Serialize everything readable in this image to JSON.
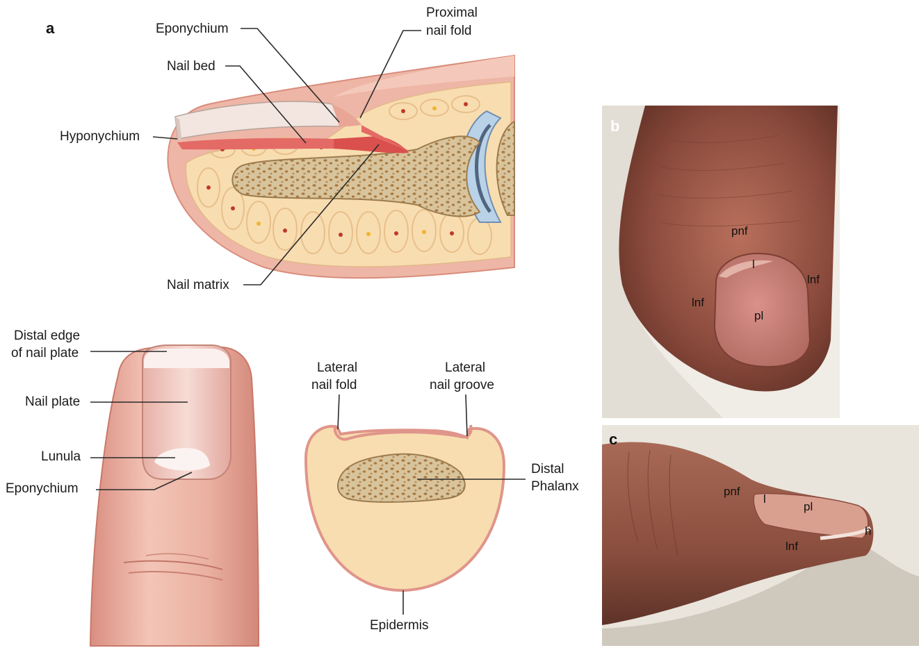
{
  "panels": {
    "a": {
      "letter": "a",
      "sagittal_labels": {
        "eponychium": "Eponychium",
        "proximal_nail_fold_1": "Proximal",
        "proximal_nail_fold_2": "nail fold",
        "nail_bed": "Nail bed",
        "hyponychium": "Hyponychium",
        "nail_matrix": "Nail matrix"
      },
      "dorsal_labels": {
        "distal_edge_1": "Distal edge",
        "distal_edge_2": "of nail plate",
        "nail_plate": "Nail plate",
        "lunula": "Lunula",
        "eponychium": "Eponychium"
      },
      "cross_section_labels": {
        "lateral_nail_fold_1": "Lateral",
        "lateral_nail_fold_2": "nail fold",
        "lateral_nail_groove_1": "Lateral",
        "lateral_nail_groove_2": "nail groove",
        "distal_phalanx_1": "Distal",
        "distal_phalanx_2": "Phalanx",
        "epidermis": "Epidermis"
      }
    },
    "b": {
      "letter": "b",
      "labels": {
        "pnf": "pnf",
        "l": "l",
        "lnf_right": "lnf",
        "lnf_left": "lnf",
        "pl": "pl"
      }
    },
    "c": {
      "letter": "c",
      "labels": {
        "pnf": "pnf",
        "l": "l",
        "pl": "pl",
        "h": "h",
        "lnf": "lnf"
      }
    }
  },
  "colors": {
    "skin": "#eeb6a6",
    "skin_dark": "#d98c7c",
    "fat": "#f8ddb0",
    "bone": "#d8c49c",
    "bone_pore": "#a9793f",
    "nail": "#f3e6e0",
    "matrix": "#e46a66",
    "cartilage": "#b9d2e8",
    "photo_b_bg": "#f0ece6",
    "photo_c_bg": "#e9e5dc"
  }
}
